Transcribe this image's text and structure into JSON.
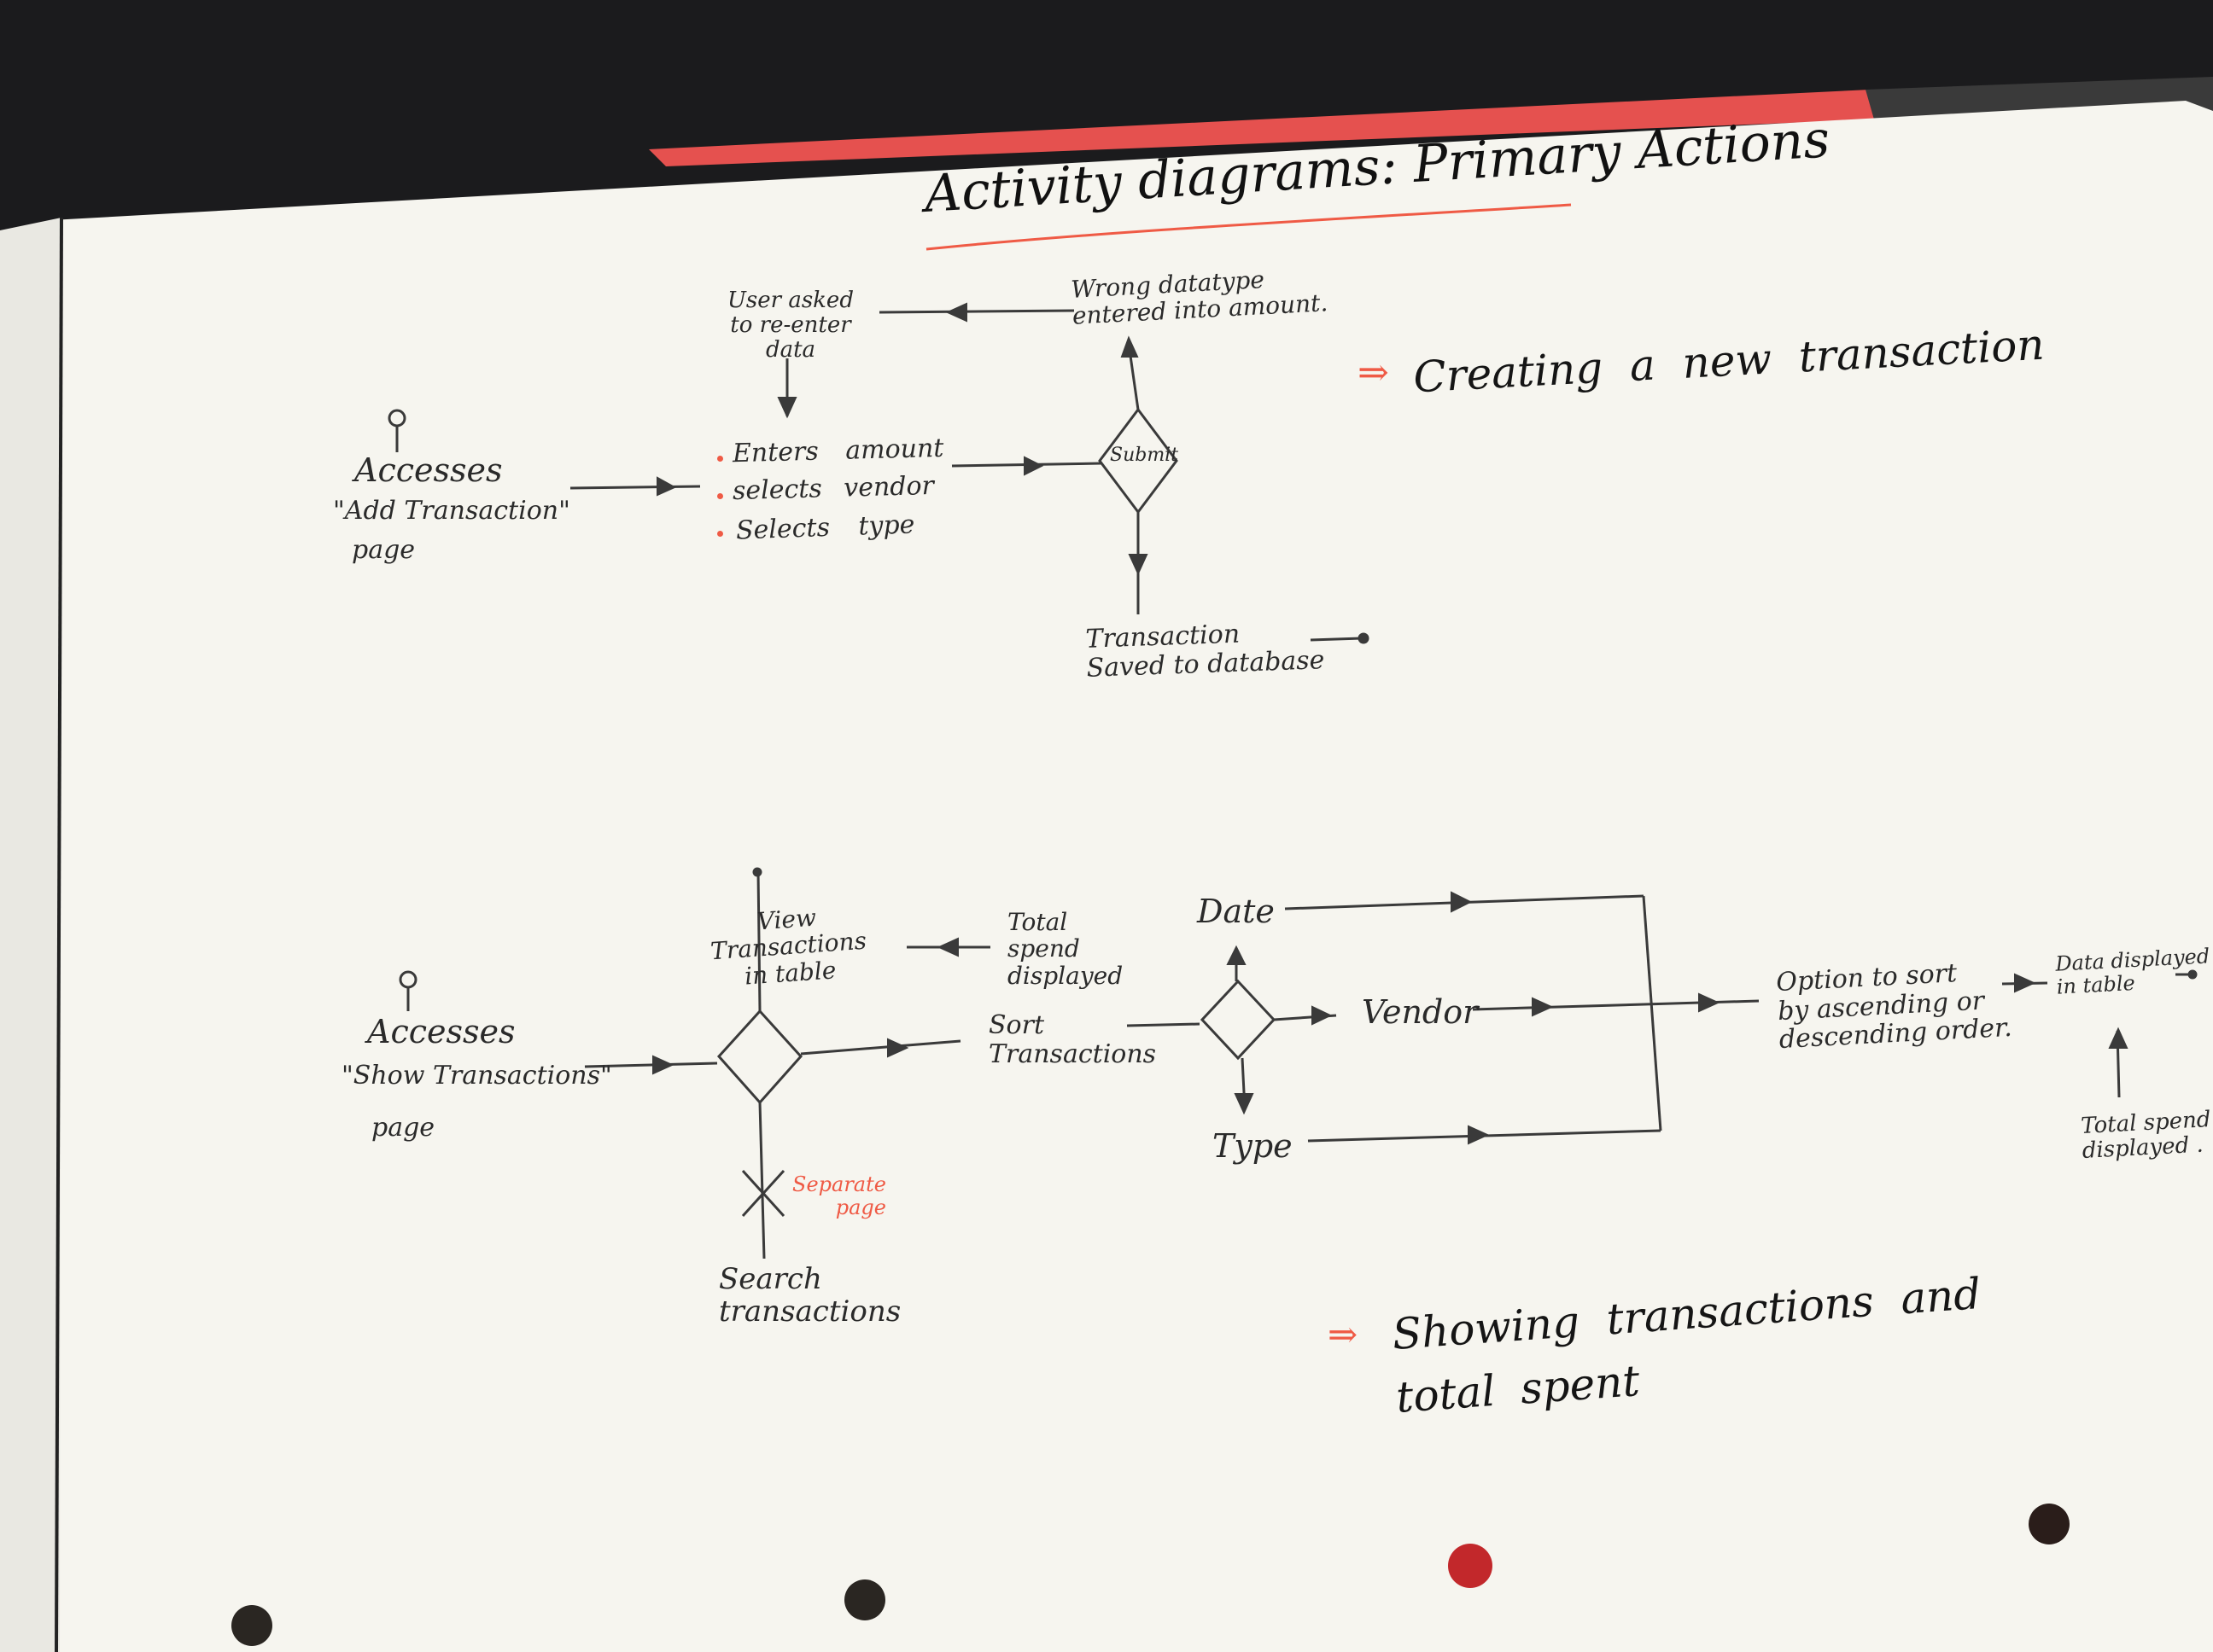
{
  "title": "Activity diagrams: Primary Actions",
  "sections": {
    "add": {
      "heading": "Creating a new transaction",
      "arrow": "⇒",
      "accesses": "Accesses",
      "page_name": "\"Add Transaction\"",
      "page_word": "page",
      "steps": [
        "Enters amount",
        "selects vendor",
        "Selects type"
      ],
      "decision": "Submit",
      "error": "Wrong datatype\nentered into amount.",
      "reenter": "User asked\nto re-enter\ndata",
      "saved": "Transaction\nSaved to database"
    },
    "show": {
      "heading_line1": "Showing transactions and",
      "heading_line2": "total spent",
      "arrow": "⇒",
      "accesses": "Accesses",
      "page_name": "\"Show Transactions\"",
      "page_word": "page",
      "view": "View\nTransactions\nin table",
      "total_spend": "Total\nspend\ndisplayed",
      "sort": "Sort\nTransactions",
      "separate": "Separate\npage",
      "search": "Search\ntransactions",
      "date": "Date",
      "vendor": "Vendor",
      "type": "Type",
      "option": "Option to sort\nby ascending or\ndescending order.",
      "data_displayed": "Data displayed\nin table",
      "total_spend_right": "Total spend\ndisplayed ."
    }
  },
  "colors": {
    "ink": "#2a2a2a",
    "accent": "#ef5a45",
    "paper": "#f6f5ef",
    "folder": "#e5514f"
  }
}
